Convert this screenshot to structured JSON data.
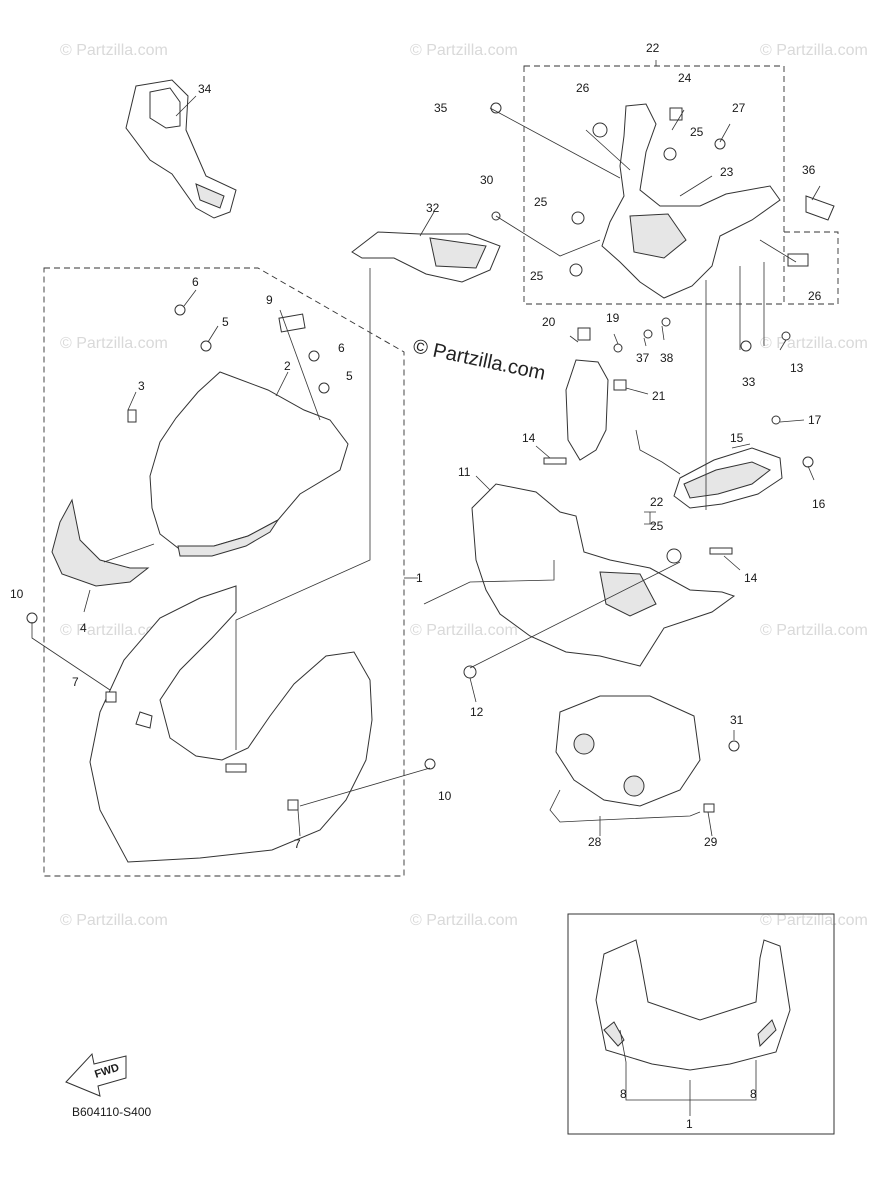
{
  "watermark": "© Partzilla.com",
  "center_watermark": "© Partzilla.com",
  "diagram_code": "B604110-S400",
  "fwd_label": "FWD",
  "callouts": [
    "1",
    "2",
    "3",
    "4",
    "5",
    "6",
    "7",
    "8",
    "9",
    "10",
    "11",
    "12",
    "13",
    "14",
    "15",
    "16",
    "17",
    "19",
    "20",
    "21",
    "22",
    "23",
    "24",
    "25",
    "26",
    "27",
    "28",
    "29",
    "30",
    "31",
    "32",
    "33",
    "34",
    "35",
    "36",
    "37",
    "38"
  ]
}
